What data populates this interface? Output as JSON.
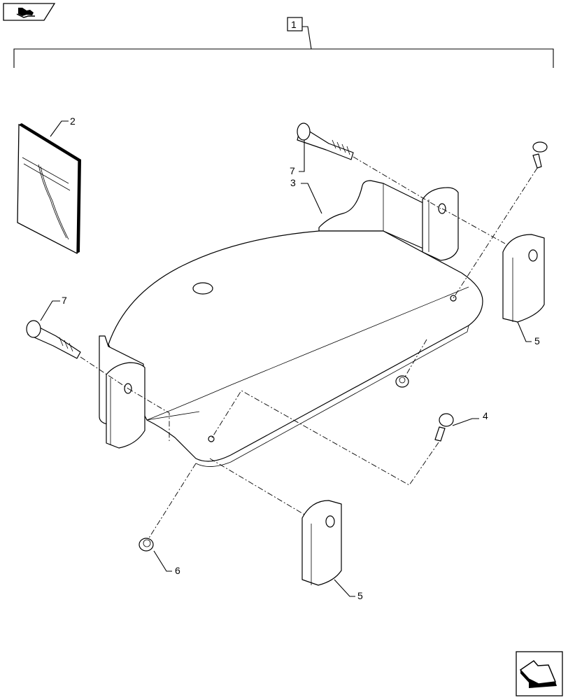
{
  "diagram": {
    "type": "exploded-parts-view",
    "nav": {
      "top_left_icon": "previous-page-hand-icon",
      "bottom_right_icon": "next-page-arrow-icon"
    },
    "assembly_label": "1",
    "callouts": [
      {
        "id": "2",
        "part": "installation-instructions-booklet"
      },
      {
        "id": "7a",
        "label": "7",
        "part": "flange-bolt-upper"
      },
      {
        "id": "3",
        "label": "3",
        "part": "mounting-bracket-plate"
      },
      {
        "id": "7b",
        "label": "7",
        "part": "flange-bolt-left"
      },
      {
        "id": "5a",
        "label": "5",
        "part": "spacer-block-right"
      },
      {
        "id": "4",
        "label": "4",
        "part": "carriage-bolt"
      },
      {
        "id": "6",
        "label": "6",
        "part": "flange-nut"
      },
      {
        "id": "5b",
        "label": "5",
        "part": "spacer-block-bottom"
      }
    ],
    "labels": {
      "assembly": "1",
      "booklet": "2",
      "bracket": "3",
      "carriage_bolt": "4",
      "spacer_right": "5",
      "spacer_bottom": "5",
      "nut": "6",
      "bolt_upper": "7",
      "bolt_left": "7"
    }
  }
}
